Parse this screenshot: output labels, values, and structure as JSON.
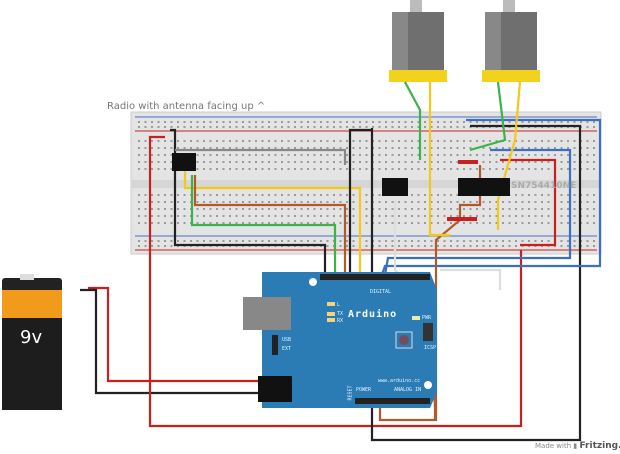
{
  "annotation": "Radio with antenna facing up ^",
  "chip_label": "SN754410NE",
  "battery_label": "9v",
  "arduino": {
    "name": "Arduino",
    "url": "www.arduino.cc",
    "digital": "DIGITAL",
    "power": "POWER",
    "analog": "ANALOG IN",
    "icsp": "ICSP",
    "pwr": "PWR",
    "tx": "TX",
    "rx": "RX",
    "l": "L",
    "usb": "USB",
    "ext": "EXT",
    "reset": "RESET"
  },
  "credit": "Made with",
  "credit_brand": "Fritzing.org",
  "colors": {
    "arduino": "#2b7bb5",
    "breadboard": "#e6e6e6",
    "red": "#c8201e",
    "blue": "#3a6fc4",
    "yellow": "#f2c81c",
    "green": "#3bb34a",
    "battery_orange": "#f29a1c"
  }
}
